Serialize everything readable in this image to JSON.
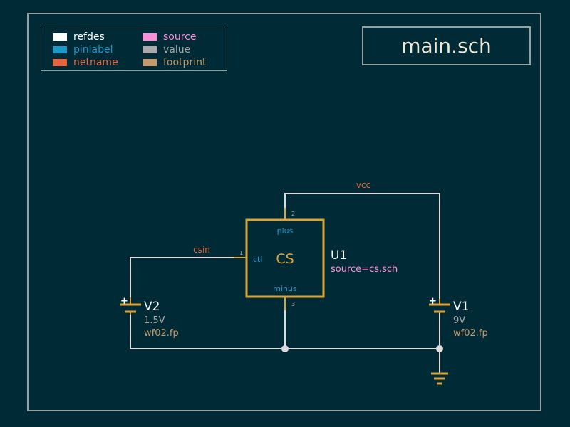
{
  "title": "main.sch",
  "legend": [
    {
      "label": "refdes",
      "color": "#ffffff"
    },
    {
      "label": "source",
      "color": "#ff8ed9"
    },
    {
      "label": "pinlabel",
      "color": "#1b9ac9"
    },
    {
      "label": "value",
      "color": "#a9a9a9"
    },
    {
      "label": "netname",
      "color": "#e8643c"
    },
    {
      "label": "footprint",
      "color": "#c49a6c"
    }
  ],
  "colors": {
    "background": "#002b36",
    "wire": "#dcdcdc",
    "symbol": "#d9a43c",
    "refdes": "#ffffff",
    "pinlabel": "#1b9ac9",
    "netname": "#e8643c",
    "source": "#ff8ed9",
    "value": "#a9a9a9",
    "footprint": "#c49a6c"
  },
  "nets": {
    "vcc": "vcc",
    "csin": "csin"
  },
  "u1": {
    "refdes": "U1",
    "body": "CS",
    "source": "source=cs.sch",
    "pins": {
      "plus": "plus",
      "ctl": "ctl",
      "minus": "minus"
    },
    "pin_numbers": {
      "ctl": "1",
      "plus": "2",
      "minus": "3"
    }
  },
  "v1": {
    "refdes": "V1",
    "value": "9V",
    "footprint": "wf02.fp"
  },
  "v2": {
    "refdes": "V2",
    "value": "1.5V",
    "footprint": "wf02.fp"
  },
  "battery_polarity": "+"
}
